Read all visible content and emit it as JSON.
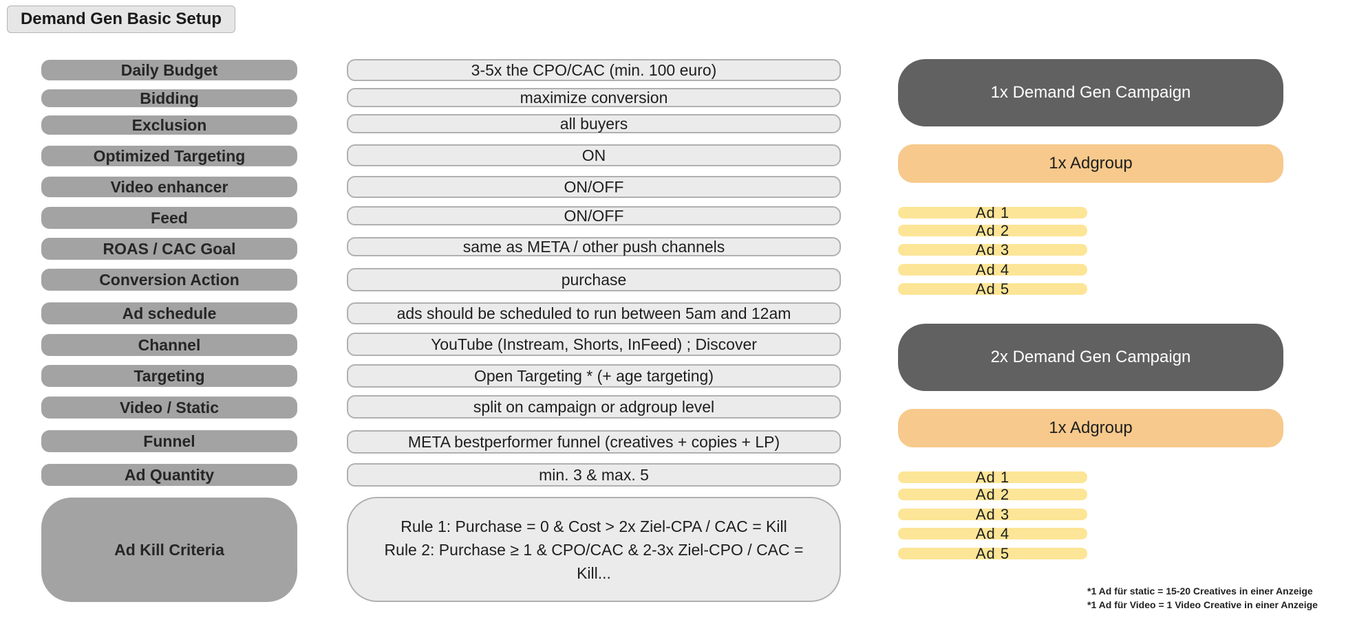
{
  "title": "Demand Gen Basic Setup",
  "rows": [
    {
      "label": "Daily Budget",
      "value": "3-5x the CPO/CAC (min. 100 euro)"
    },
    {
      "label": "Bidding",
      "value": "maximize conversion"
    },
    {
      "label": "Exclusion",
      "value": "all buyers"
    },
    {
      "label": "Optimized Targeting",
      "value": "ON"
    },
    {
      "label": "Video enhancer",
      "value": "ON/OFF"
    },
    {
      "label": "Feed",
      "value": "ON/OFF"
    },
    {
      "label": "ROAS / CAC Goal",
      "value": "same as META / other push channels"
    },
    {
      "label": "Conversion Action",
      "value": "purchase"
    },
    {
      "label": "Ad schedule",
      "value": "ads should be scheduled to run between 5am and 12am"
    },
    {
      "label": "Channel",
      "value": "YouTube (Instream, Shorts, InFeed) ; Discover"
    },
    {
      "label": "Targeting",
      "value": "Open Targeting * (+ age targeting)"
    },
    {
      "label": "Video / Static",
      "value": "split on campaign or adgroup level"
    },
    {
      "label": "Funnel",
      "value": "META bestperformer funnel (creatives + copies + LP)"
    },
    {
      "label": "Ad Quantity",
      "value": "min. 3 & max. 5"
    }
  ],
  "kill_criteria": {
    "label": "Ad Kill Criteria",
    "rule1": "Rule 1: Purchase = 0 & Cost > 2x Ziel-CPA / CAC = Kill",
    "rule2": "Rule 2: Purchase ≥ 1 & CPO/CAC & 2-3x Ziel-CPO / CAC =",
    "rule2_cont": "Kill..."
  },
  "structure": [
    {
      "campaign": "1x Demand Gen Campaign",
      "adgroup": "1x Adgroup",
      "ads": [
        "Ad  1",
        "Ad  2",
        "Ad  3",
        "Ad  4",
        "Ad  5"
      ]
    },
    {
      "campaign": "2x Demand Gen Campaign",
      "adgroup": "1x Adgroup",
      "ads": [
        "Ad  1",
        "Ad  2",
        "Ad  3",
        "Ad  4",
        "Ad  5"
      ]
    }
  ],
  "footnotes": [
    "*1 Ad für static = 15-20 Creatives in einer Anzeige",
    "*1 Ad für Video = 1 Video Creative in einer Anzeige"
  ],
  "colors": {
    "label_bg": "#a3a3a3",
    "value_bg": "#ebebeb",
    "campaign_bg": "#616161",
    "adgroup_bg": "#f7c98c",
    "ad_bg": "#fde597"
  }
}
